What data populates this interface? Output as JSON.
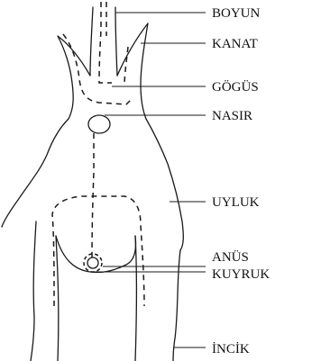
{
  "labels": {
    "neck": "BOYUN",
    "wing": "KANAT",
    "breast": "GÖGÜS",
    "keel": "NASIR",
    "thigh": "UYLUK",
    "vent": "ANÜS",
    "tail": "KUYRUK",
    "drumstick": "İNCİK"
  }
}
